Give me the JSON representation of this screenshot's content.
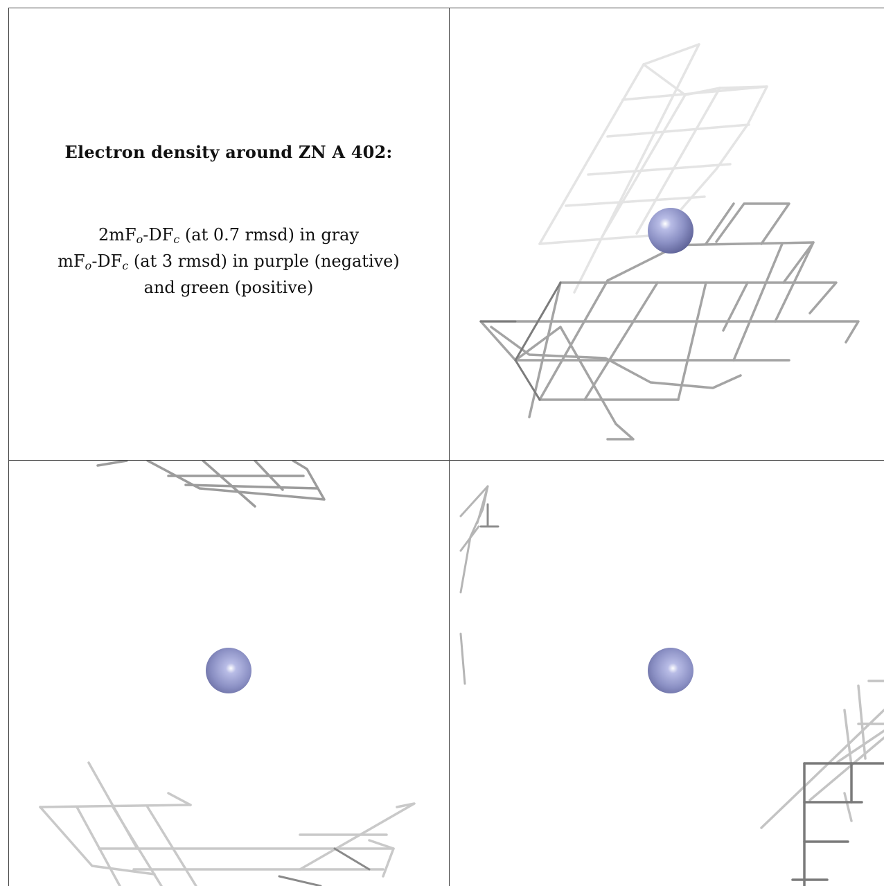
{
  "caption": {
    "title": "Electron density around ZN A 402:",
    "line1": {
      "prefix": "2mF",
      "sub1": "o",
      "mid": "-DF",
      "sub2": "c",
      "suffix": " (at 0.7 rmsd) in gray"
    },
    "line2": {
      "prefix": "mF",
      "sub1": "o",
      "mid": "-DF",
      "sub2": "c",
      "suffix": " (at 3 rmsd) in purple (negative)"
    },
    "line3": "and green (positive)"
  },
  "colors": {
    "mesh_dark": "#777777",
    "mesh_mid": "#a6a6a6",
    "mesh_light": "#d9d9d9",
    "atom": "#8b90c4",
    "border": "#444444"
  },
  "panels": [
    {
      "name": "view-top-right",
      "atom": "ZN A 402"
    },
    {
      "name": "view-bottom-left",
      "atom": "ZN A 402"
    },
    {
      "name": "view-bottom-right",
      "atom": "ZN A 402"
    }
  ]
}
